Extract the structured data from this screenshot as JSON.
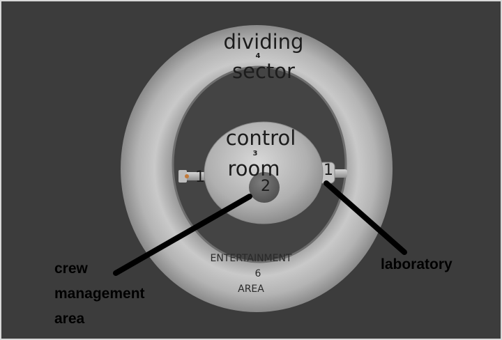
{
  "diagram": {
    "sections": {
      "dividing_sector": {
        "line1": "dividing",
        "number": "4",
        "line2": "sector"
      },
      "control_room": {
        "line1": "control",
        "number": "3",
        "line2": "room"
      },
      "crew_management": {
        "number": "2"
      },
      "laboratory_left": {
        "number": "1"
      },
      "laboratory_right": {
        "number": "1"
      },
      "entertainment_area": {
        "line1": "ENTERTAINMENT",
        "number": "6",
        "line2": "AREA"
      }
    },
    "callouts": {
      "crew_management": {
        "line1": "crew",
        "line2": "management",
        "line3": "area"
      },
      "laboratory": "laboratory"
    }
  }
}
